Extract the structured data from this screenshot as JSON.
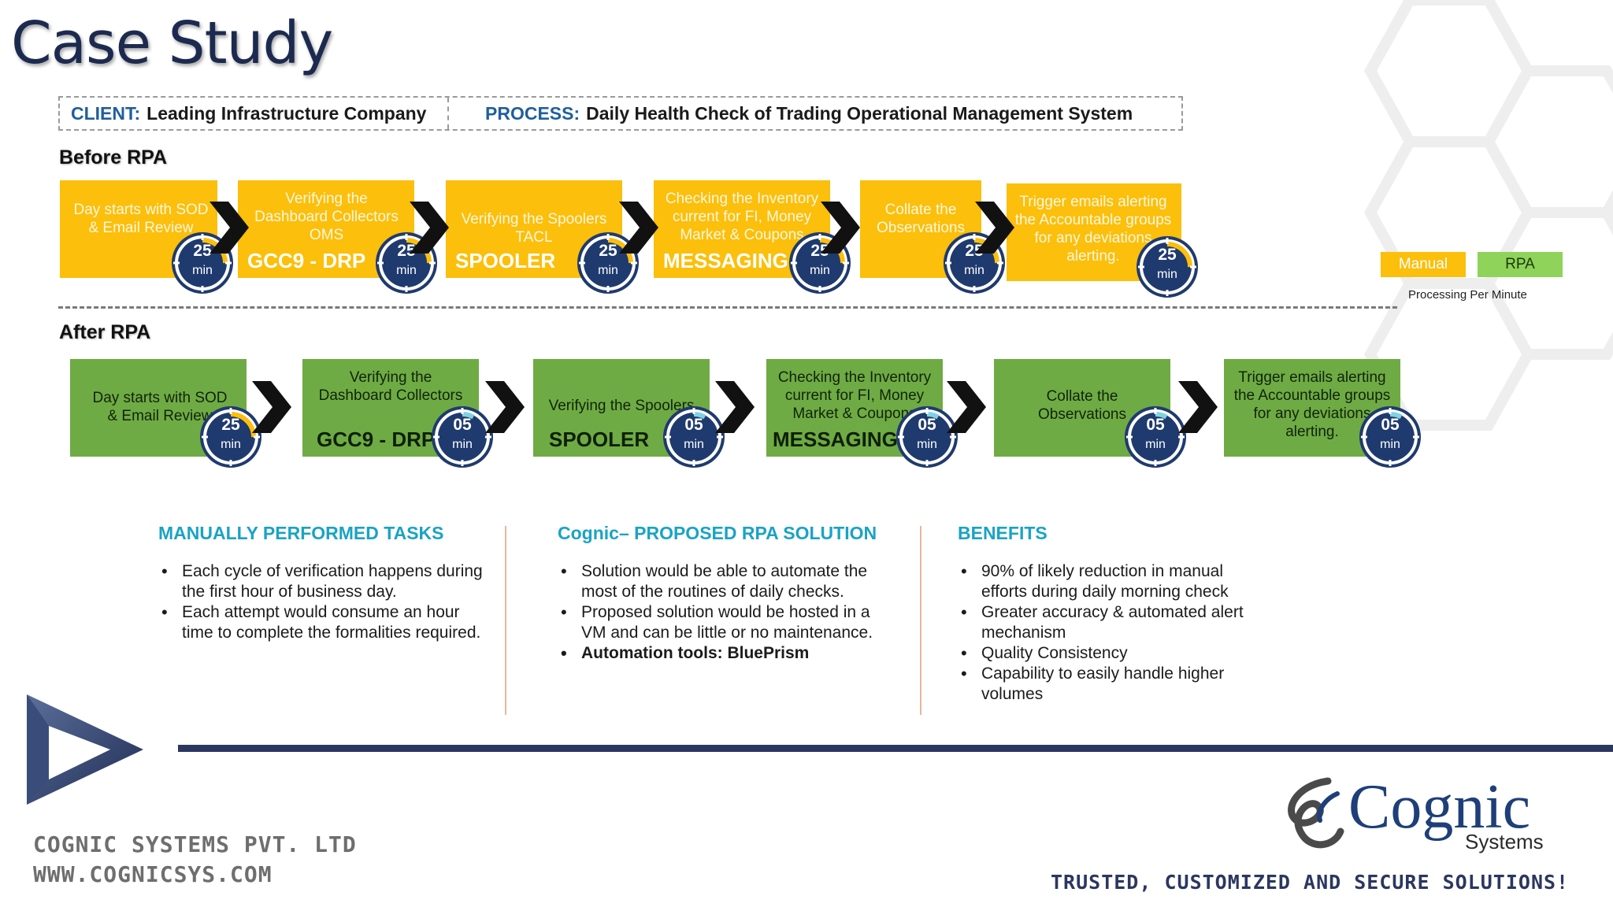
{
  "title": "Case Study",
  "info": {
    "client_label": "CLIENT:",
    "client_value": "Leading Infrastructure Company",
    "process_label": "PROCESS:",
    "process_value": "Daily Health Check of Trading Operational Management System"
  },
  "before_label": "Before RPA",
  "after_label": "After RPA",
  "before_steps": [
    {
      "desc": "Day starts with SOD\n& Email Review",
      "code": "",
      "time": "25",
      "unit": "min"
    },
    {
      "desc": "Verifying the\nDashboard Collectors\nOMS",
      "code": "GCC9 - DRP",
      "time": "25",
      "unit": "min"
    },
    {
      "desc": "Verifying the Spoolers\nTACL",
      "code": "SPOOLER",
      "time": "25",
      "unit": "min"
    },
    {
      "desc": "Checking the Inventory\ncurrent for FI, Money\nMarket & Coupons",
      "code": "MESSAGING",
      "time": "25",
      "unit": "min"
    },
    {
      "desc": "Collate the\nObservations",
      "code": "",
      "time": "25",
      "unit": "min"
    },
    {
      "desc": "Trigger emails alerting\nthe Accountable groups\nfor any deviations\nalerting.",
      "code": "",
      "time": "25",
      "unit": "min"
    }
  ],
  "after_steps": [
    {
      "desc": "Day starts with SOD\n& Email Review",
      "code": "",
      "time": "25",
      "unit": "min"
    },
    {
      "desc": "Verifying the\nDashboard Collectors",
      "code": "GCC9 - DRP",
      "time": "05",
      "unit": "min"
    },
    {
      "desc": "Verifying the Spoolers",
      "code": "SPOOLER",
      "time": "05",
      "unit": "min"
    },
    {
      "desc": "Checking the Inventory\ncurrent for FI, Money\nMarket & Coupons",
      "code": "MESSAGING",
      "time": "05",
      "unit": "min"
    },
    {
      "desc": "Collate the\nObservations",
      "code": "",
      "time": "05",
      "unit": "min"
    },
    {
      "desc": "Trigger emails alerting\nthe Accountable groups\nfor any deviations\nalerting.",
      "code": "",
      "time": "05",
      "unit": "min"
    }
  ],
  "legend": {
    "manual": "Manual",
    "rpa": "RPA",
    "caption": "Processing Per Minute",
    "colors": {
      "manual": "#fbbf0c",
      "rpa": "#8fd35a"
    }
  },
  "columns": [
    {
      "heading": "MANUALLY PERFORMED TASKS",
      "items": [
        "Each cycle of verification happens during the first hour of business day.",
        "Each attempt would consume an hour time to complete the formalities required."
      ]
    },
    {
      "heading": "Cognic– PROPOSED RPA SOLUTION",
      "items": [
        "Solution would be able to automate the most of the routines of daily checks.",
        "Proposed solution would be hosted in a VM and can be little or no maintenance.",
        "Automation tools: BluePrism"
      ]
    },
    {
      "heading": "BENEFITS",
      "items": [
        "90% of likely reduction in manual efforts during daily morning check",
        "Greater accuracy & automated alert mechanism",
        "Quality Consistency",
        "Capability to easily handle higher volumes"
      ]
    }
  ],
  "footer": {
    "company": "COGNIC SYSTEMS PVT. LTD",
    "website": "WWW.COGNICSYS.COM",
    "brand": "Cognic",
    "brand_sub": "Systems",
    "tagline": "TRUSTED, CUSTOMIZED AND SECURE SOLUTIONS!"
  }
}
